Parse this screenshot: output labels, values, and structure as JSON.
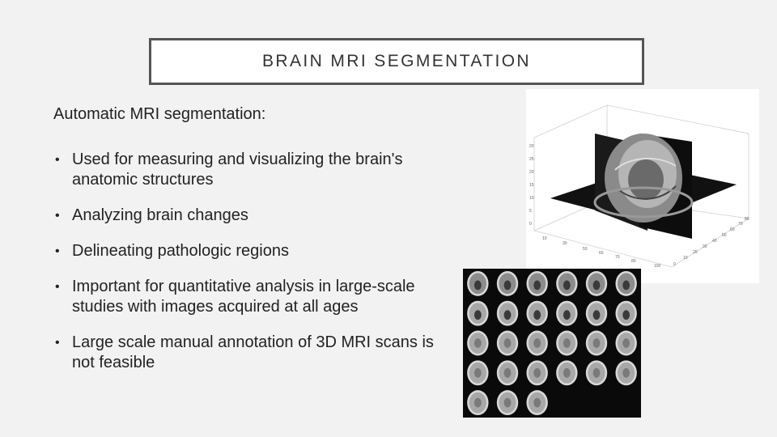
{
  "slide": {
    "title": "BRAIN MRI SEGMENTATION",
    "intro": "Automatic MRI segmentation:",
    "bullets": [
      "Used for measuring and visualizing the brain's anatomic structures",
      "Analyzing brain changes",
      "Delineating pathologic regions",
      "Important for quantitative analysis in large-scale studies with images acquired at all ages",
      "Large scale manual annotation of 3D MRI scans is not feasible"
    ],
    "bullet_glyph": "•"
  },
  "figures": {
    "volume_plot": {
      "axis_ticks_left": [
        "20",
        "25",
        "20",
        "15",
        "10",
        "5",
        "0"
      ],
      "axis_ticks_bottom": [
        "10",
        "30",
        "50",
        "60",
        "70",
        "80",
        "100"
      ],
      "axis_ticks_right": [
        "0",
        "10",
        "20",
        "30",
        "40",
        "50",
        "60",
        "70",
        "80"
      ]
    },
    "slice_grid": {
      "rows": 5,
      "cols": 6,
      "last_row_count": 3
    }
  },
  "colors": {
    "background": "#f2f2f2",
    "title_border": "#555555",
    "text": "#222222"
  }
}
